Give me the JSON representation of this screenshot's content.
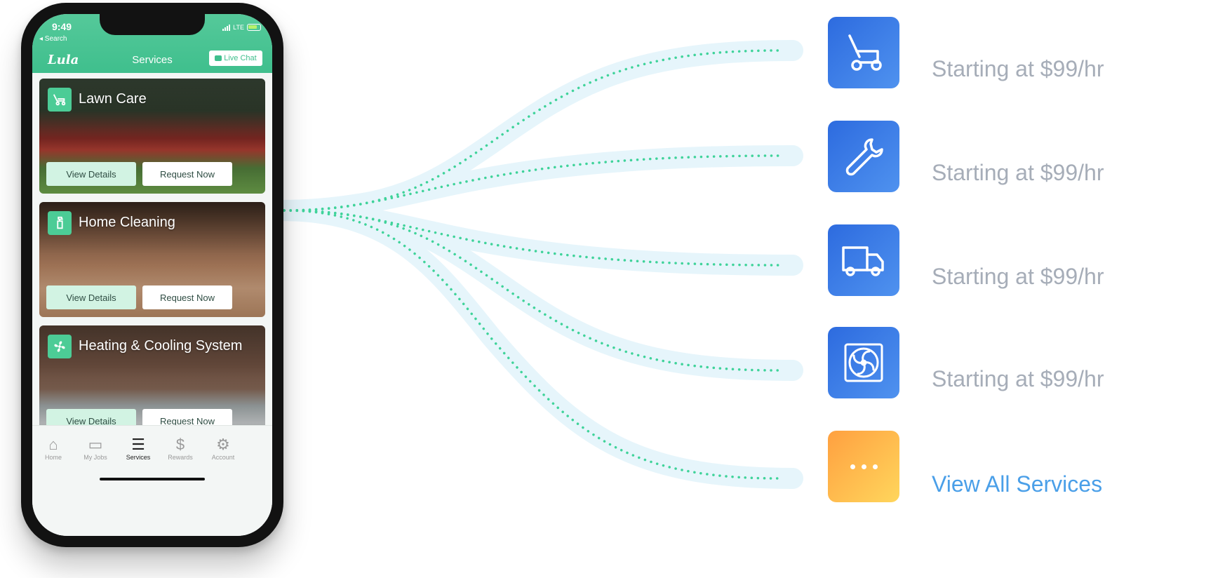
{
  "phone": {
    "status": {
      "time": "9:49",
      "back_label": "◂ Search",
      "network": "LTE"
    },
    "header": {
      "logo": "Lula",
      "title": "Services",
      "live_chat": "Live Chat"
    },
    "cards": [
      {
        "title": "Lawn Care",
        "details": "View Details",
        "request": "Request Now",
        "icon": "mower-icon"
      },
      {
        "title": "Home Cleaning",
        "details": "View Details",
        "request": "Request Now",
        "icon": "spray-bottle-icon"
      },
      {
        "title": "Heating & Cooling System",
        "details": "View Details",
        "request": "Request Now",
        "icon": "fan-icon"
      }
    ],
    "tabs": [
      {
        "label": "Home",
        "icon": "home-icon"
      },
      {
        "label": "My Jobs",
        "icon": "folder-icon"
      },
      {
        "label": "Services",
        "icon": "menu-icon",
        "active": true
      },
      {
        "label": "Rewards",
        "icon": "dollar-icon"
      },
      {
        "label": "Account",
        "icon": "gear-icon"
      }
    ]
  },
  "services": [
    {
      "icon": "lawn-mower-icon",
      "price": "Starting at $99/hr"
    },
    {
      "icon": "wrench-icon",
      "price": "Starting at $99/hr"
    },
    {
      "icon": "truck-icon",
      "price": "Starting at $99/hr"
    },
    {
      "icon": "fan-icon",
      "price": "Starting at $99/hr"
    }
  ],
  "view_all": {
    "icon": "ellipsis-icon",
    "label": "View All Services"
  },
  "colors": {
    "brand_green": "#3fbf8d",
    "tile_blue": "#2d6bdf",
    "tile_orange": "#ffa040",
    "link_blue": "#4a9fe8",
    "price_gray": "#a6adb8"
  }
}
